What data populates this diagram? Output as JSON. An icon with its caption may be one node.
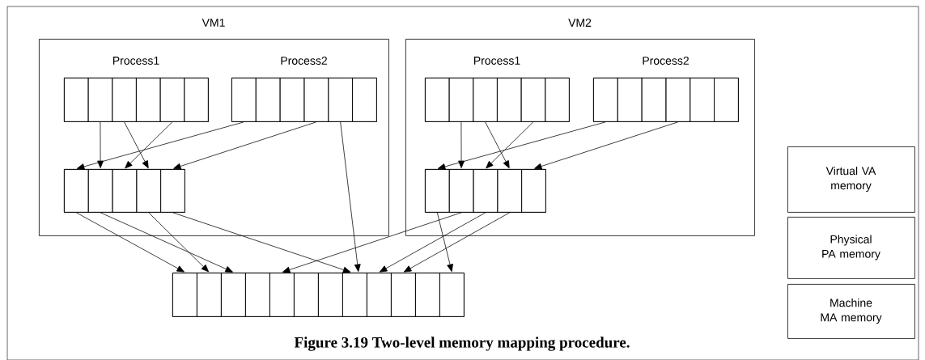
{
  "diagram": {
    "caption": "Figure 3.19 Two-level memory mapping procedure.",
    "nodes": [
      {
        "text": [
          "VM1"
        ]
      },
      {
        "text": [
          "Process1"
        ],
        "in": 0
      },
      {
        "text": [],
        "shape": "box",
        "in": 1
      },
      {
        "text": [],
        "shape": "box",
        "in": 1
      },
      {
        "text": [],
        "shape": "box",
        "in": 1
      },
      {
        "text": [],
        "shape": "box",
        "in": 1
      },
      {
        "text": [],
        "shape": "box",
        "in": 1
      },
      {
        "text": [],
        "shape": "box",
        "in": 1
      },
      {
        "text": [
          "Process2"
        ],
        "in": 0
      },
      {
        "text": [],
        "shape": "box",
        "in": 8
      },
      {
        "text": [],
        "shape": "box",
        "in": 8
      },
      {
        "text": [],
        "shape": "box",
        "in": 8
      },
      {
        "text": [],
        "shape": "box",
        "in": 8
      },
      {
        "text": [],
        "shape": "box",
        "in": 8
      },
      {
        "text": [],
        "shape": "box",
        "in": 8
      },
      {
        "text": [],
        "shape": "box",
        "in": 0
      },
      {
        "text": [],
        "shape": "box",
        "in": 15
      },
      {
        "text": [],
        "shape": "box",
        "in": 15
      },
      {
        "text": [],
        "shape": "box",
        "in": 15
      },
      {
        "text": [],
        "shape": "box",
        "in": 15
      },
      {
        "text": [],
        "shape": "box",
        "in": 15
      },
      {
        "text": [
          "VM2"
        ]
      },
      {
        "text": [
          "Process1"
        ],
        "in": 21
      },
      {
        "text": [],
        "shape": "box",
        "in": 22
      },
      {
        "text": [],
        "shape": "box",
        "in": 22
      },
      {
        "text": [],
        "shape": "box",
        "in": 22
      },
      {
        "text": [],
        "shape": "box",
        "in": 22
      },
      {
        "text": [],
        "shape": "box",
        "in": 22
      },
      {
        "text": [],
        "shape": "box",
        "in": 22
      },
      {
        "text": [
          "Process2"
        ],
        "in": 21
      },
      {
        "text": [],
        "shape": "box",
        "in": 29
      },
      {
        "text": [],
        "shape": "box",
        "in": 29
      },
      {
        "text": [],
        "shape": "box",
        "in": 29
      },
      {
        "text": [],
        "shape": "box",
        "in": 29
      },
      {
        "text": [],
        "shape": "box",
        "in": 29
      },
      {
        "text": [],
        "shape": "box",
        "in": 29
      },
      {
        "text": [],
        "shape": "box",
        "in": 21
      },
      {
        "text": [],
        "shape": "box",
        "in": 36
      },
      {
        "text": [],
        "shape": "box",
        "in": 36
      },
      {
        "text": [],
        "shape": "box",
        "in": 36
      },
      {
        "text": [],
        "shape": "box",
        "in": 36
      },
      {
        "text": [],
        "shape": "box",
        "in": 36
      },
      {
        "text": [],
        "shape": "box"
      },
      {
        "text": [],
        "shape": "box",
        "in": 42
      },
      {
        "text": [],
        "shape": "box",
        "in": 42
      },
      {
        "text": [],
        "shape": "box",
        "in": 42
      },
      {
        "text": [],
        "shape": "box",
        "in": 42
      },
      {
        "text": [],
        "shape": "box",
        "in": 42
      },
      {
        "text": [],
        "shape": "box",
        "in": 42
      },
      {
        "text": [],
        "shape": "box",
        "in": 42
      },
      {
        "text": [],
        "shape": "box",
        "in": 42
      },
      {
        "text": [],
        "shape": "box",
        "in": 42
      },
      {
        "text": [],
        "shape": "box",
        "in": 42
      },
      {
        "text": [],
        "shape": "box",
        "in": 42
      },
      {
        "text": [],
        "shape": "box",
        "in": 42
      },
      {
        "text": [
          "Virtual VA memory"
        ]
      },
      {
        "text": [
          "Physical PA memory"
        ]
      },
      {
        "text": [
          "Machine MA memory"
        ]
      }
    ],
    "edges": [
      {
        "from": 3,
        "to": 17,
        "arrow": "to"
      },
      {
        "from": 4,
        "to": 19,
        "arrow": "to"
      },
      {
        "from": 6,
        "to": 18,
        "arrow": "to"
      },
      {
        "from": 9,
        "to": 16,
        "arrow": "to"
      },
      {
        "from": 12,
        "to": 20,
        "arrow": "to"
      },
      {
        "from": 13,
        "to": 50,
        "arrow": "to"
      },
      {
        "from": 16,
        "to": 43,
        "arrow": "to"
      },
      {
        "from": 17,
        "to": 45,
        "arrow": "to"
      },
      {
        "from": 19,
        "to": 44,
        "arrow": "to"
      },
      {
        "from": 20,
        "to": 50,
        "arrow": "to"
      },
      {
        "from": 24,
        "to": 38,
        "arrow": "to"
      },
      {
        "from": 25,
        "to": 40,
        "arrow": "to"
      },
      {
        "from": 27,
        "to": 39,
        "arrow": "to"
      },
      {
        "from": 30,
        "to": 37,
        "arrow": "to"
      },
      {
        "from": 33,
        "to": 41,
        "arrow": "to"
      },
      {
        "from": 37,
        "to": 54,
        "arrow": "to"
      },
      {
        "from": 38,
        "to": 47,
        "arrow": "to"
      },
      {
        "from": 39,
        "to": 51,
        "arrow": "to"
      },
      {
        "from": 40,
        "to": 52,
        "arrow": "to"
      }
    ]
  }
}
